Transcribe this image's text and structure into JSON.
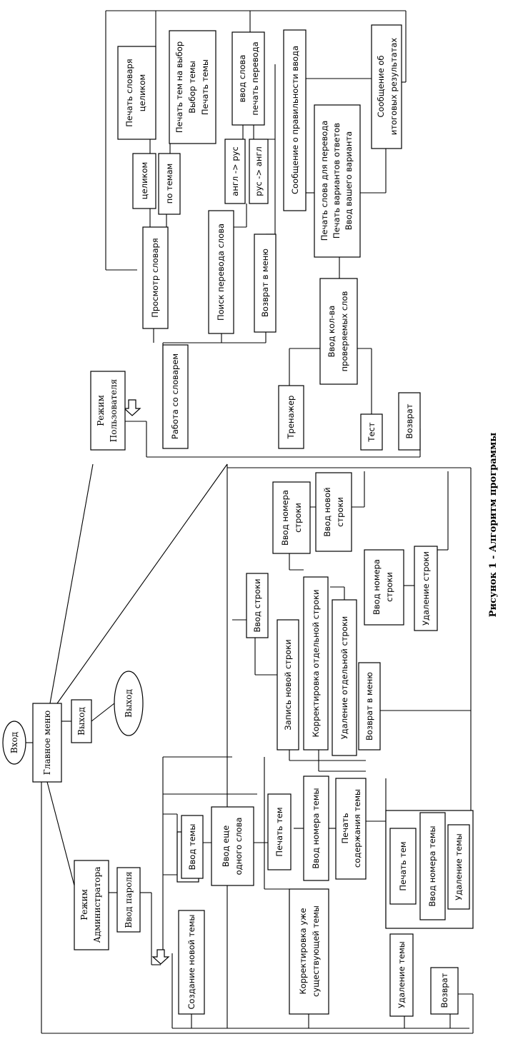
{
  "nodes": {
    "vkhod": "Вход",
    "glavnoe_menu": "Главное меню",
    "vykhod_box": "Выход",
    "vykhod_oval": "Выход",
    "rezhim_admin_1": "Режим",
    "rezhim_admin_2": "Администратора",
    "vvod_parolya": "Ввод пароля",
    "sozdanie_temy": "Создание новой темы",
    "vvod_temy": "Ввод темы",
    "vvod_slova_1": "Ввод еще",
    "vvod_slova_2": "одного слова",
    "korrektirovka_temy_1": "Корректировка уже",
    "korrektirovka_temy_2": "существующей темы",
    "pechat_tem_1": "Печать тем",
    "vvod_nomera_temy_1": "Ввод номера темы",
    "pechat_soderzhaniya_1": "Печать",
    "pechat_soderzhaniya_2": "содержания темы",
    "zapis_stroki": "Запись новой строки",
    "vvod_stroki": "Ввод строки",
    "korrektirovka_stroki": "Корректировка отдельной строки",
    "vvod_nomera_stroki_1a": "Ввод номера",
    "vvod_nomera_stroki_1b": "строки",
    "vvod_novoy_stroki_1": "Ввод новой",
    "vvod_novoy_stroki_2": "строки",
    "udalenie_stroki_otd": "Удаление отдельной строки",
    "vvod_nomera_stroki_2a": "Ввод номера",
    "vvod_nomera_stroki_2b": "строки",
    "udalenie_stroki": "Удаление строки",
    "vozvrat_v_menu_admin": "Возврат в меню",
    "pechat_tem_2": "Печать тем",
    "vvod_nomera_temy_2": "Ввод номера темы",
    "udalenie_temy_1": "Удаление темы",
    "udalenie_temy_2": "Удаление темы",
    "vozvrat_admin": "Возврат",
    "rezhim_polz_1": "Режим",
    "rezhim_polz_2": "Пользователя",
    "rabota_so_slovarem": "Работа со словарем",
    "prosmotr_slovarya": "Просмотр словаря",
    "celikom": "целиком",
    "po_temam": "по темам",
    "pechat_slovarya_1": "Печать словаря",
    "pechat_slovarya_2": "целиком",
    "pechat_tem_vybor_1": "Печать тем на выбор",
    "pechat_tem_vybor_2": "Выбор темы",
    "pechat_tem_vybor_3": "Печать темы",
    "poisk_perevoda": "Поиск перевода слова",
    "angl_rus": "англ -> рус",
    "rus_angl": "рус -> англ",
    "vvod_slova_per_1": "ввод слова",
    "vvod_slova_per_2": "печать перевода",
    "vozvrat_v_menu_polz": "Возврат в меню",
    "trenazher": "Тренажер",
    "test": "Тест",
    "vozvrat_polz": "Возврат",
    "vvod_kolva_1": "Ввод кол-ва",
    "vvod_kolva_2": "проверяемых слов",
    "pechat_slova_1": "Печать слова для перевода",
    "pechat_slova_2": "Печать вариантов ответов",
    "pechat_slova_3": "Ввод вашего варианта",
    "soobshenie_pravilnosti": "Сообщение о правильности ввода",
    "soobshenie_itog_1": "Сообщение об",
    "soobshenie_itog_2": "итоговых результатах"
  },
  "caption": "Рисунок 1 - Алгоритм программы"
}
